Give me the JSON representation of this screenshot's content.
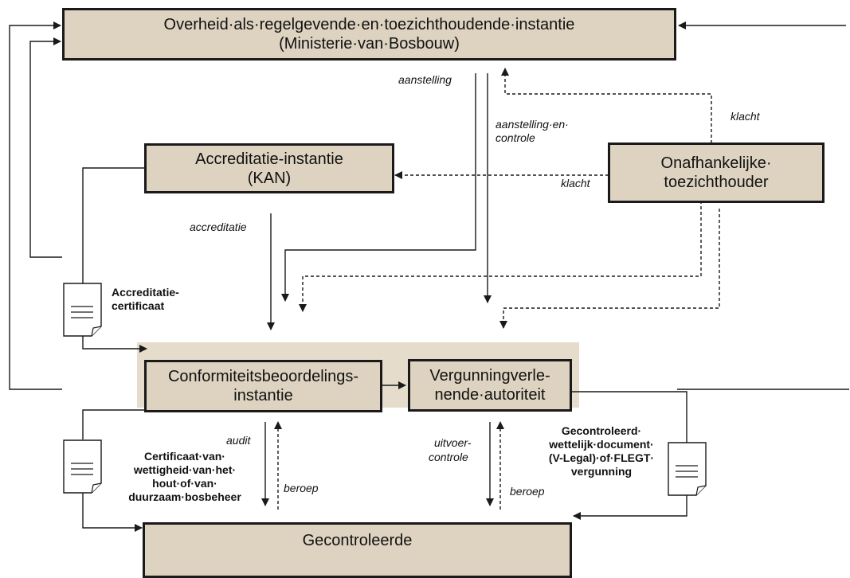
{
  "boxes": {
    "overheid": {
      "line1": "Overheid·als·regelgevende·en·toezichthoudende·instantie",
      "line2": "(Ministerie·van·Bosbouw)"
    },
    "accreditatie": {
      "line1": "Accreditatie-instantie",
      "line2": "(KAN)"
    },
    "onafhankelijke": {
      "line1": "Onafhankelijke·",
      "line2": "toezichthouder"
    },
    "conformiteit": {
      "line1": "Conformiteitsbeoordelings-",
      "line2": "instantie"
    },
    "vergunning": {
      "line1": "Vergunningverle-",
      "line2": "nende·autoriteit"
    },
    "gecontroleerde": {
      "line1": "Gecontroleerde"
    }
  },
  "labels": {
    "aanstelling": "aanstelling",
    "aanstelling_controle_1": "aanstelling·en·",
    "aanstelling_controle_2": "controle",
    "klacht_top": "klacht",
    "klacht_mid": "klacht",
    "accreditatie": "accreditatie",
    "audit": "audit",
    "beroep_left": "beroep",
    "uitvoer_1": "uitvoer-",
    "uitvoer_2": "controle",
    "beroep_right": "beroep"
  },
  "documents": {
    "accreditatie_cert": [
      "Accreditatie-",
      "certificaat"
    ],
    "certificaat": [
      "Certificaat·van·",
      "wettigheid·van·het·",
      "hout·of·van·",
      "duurzaam·bosbeheer"
    ],
    "gecontroleerd": [
      "Gecontroleerd·",
      "wettelijk·document·",
      "(V-Legal)·of·FLEGT·",
      "vergunning"
    ]
  },
  "colors": {
    "box_fill": "#ddd3c0",
    "group_fill": "#e5dccb",
    "line": "#1a1a1a"
  }
}
